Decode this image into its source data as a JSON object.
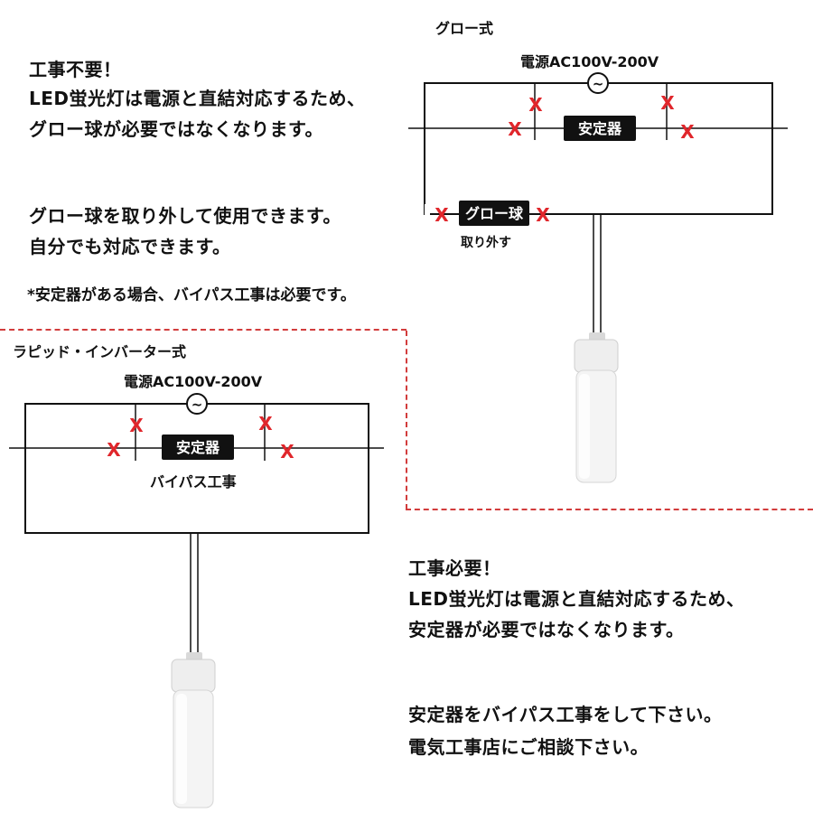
{
  "glow_section": {
    "title": "グロー式",
    "power_label": "電源AC100V-200V",
    "ballast_label": "安定器",
    "starter_label": "グロー球",
    "remove_label": "取り外す",
    "headline": "工事不要！",
    "desc_line1": "LED蛍光灯は電源と直結対応するため、",
    "desc_line2": "グロー球が必要ではなくなります。",
    "note_line1": "グロー球を取り外して使用できます。",
    "note_line2": "自分でも対応できます。",
    "footnote": "*安定器がある場合、バイパス工事は必要です。"
  },
  "rapid_section": {
    "title": "ラピッド・インバーター式",
    "power_label": "電源AC100V-200V",
    "ballast_label": "安定器",
    "bypass_label": "バイパス工事",
    "headline": "工事必要！",
    "desc_line1": "LED蛍光灯は電源と直結対応するため、",
    "desc_line2": "安定器が必要ではなくなります。",
    "note_line1": "安定器をバイパス工事をして下さい。",
    "note_line2": "電気工事店にご相談下さい。"
  },
  "symbols": {
    "ac_source": "~",
    "cut_mark": "X"
  },
  "colors": {
    "cut_mark": "#e0262b",
    "divider": "#d23c3c",
    "label_bg": "#111111",
    "label_text": "#ffffff"
  }
}
